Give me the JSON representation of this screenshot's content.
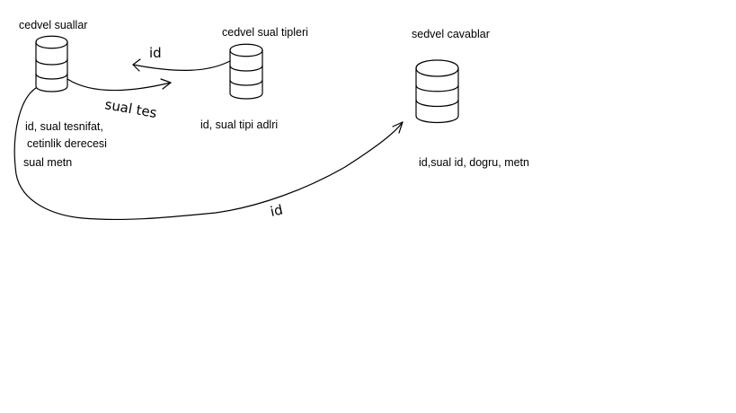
{
  "tables": [
    {
      "id": "suallar",
      "title": "cedvel suallar",
      "fields": [
        "id, sual tesnifat,",
        "cetinlik derecesi",
        "sual metn"
      ]
    },
    {
      "id": "sual_tipleri",
      "title": "cedvel sual tipleri",
      "fields": [
        "id, sual tipi adlri"
      ]
    },
    {
      "id": "cavablar",
      "title": "sedvel cavablar",
      "fields": [
        "id,sual id, dogru, metn"
      ]
    }
  ],
  "relations": [
    {
      "from": "sual_tipleri",
      "to": "suallar",
      "label": "id"
    },
    {
      "from": "suallar",
      "to": "sual_tipleri",
      "label": "sual tes"
    },
    {
      "from": "suallar",
      "to": "cavablar",
      "label": "id"
    }
  ]
}
